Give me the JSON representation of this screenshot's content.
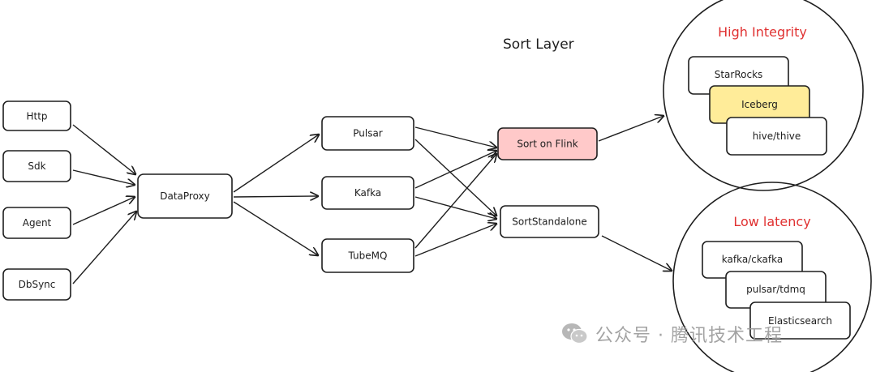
{
  "diagram": {
    "title": "Sort Layer",
    "sources": [
      "Http",
      "Sdk",
      "Agent",
      "DbSync"
    ],
    "proxy": "DataProxy",
    "queues": [
      "Pulsar",
      "Kafka",
      "TubeMQ"
    ],
    "sort": {
      "flink": "Sort on Flink",
      "standalone": "SortStandalone"
    },
    "high_integrity": {
      "title": "High Integrity",
      "targets": [
        "StarRocks",
        "Iceberg",
        "hive/thive"
      ]
    },
    "low_latency": {
      "title": "Low latency",
      "targets": [
        "kafka/ckafka",
        "pulsar/tdmq",
        "Elasticsearch"
      ]
    }
  },
  "colors": {
    "flink_fill": "#ffc9c9",
    "iceberg_fill": "#ffec99",
    "group_title": "#e03131"
  },
  "watermark": {
    "icon": "wechat-icon",
    "text": "公众号 · 腾讯技术工程"
  }
}
